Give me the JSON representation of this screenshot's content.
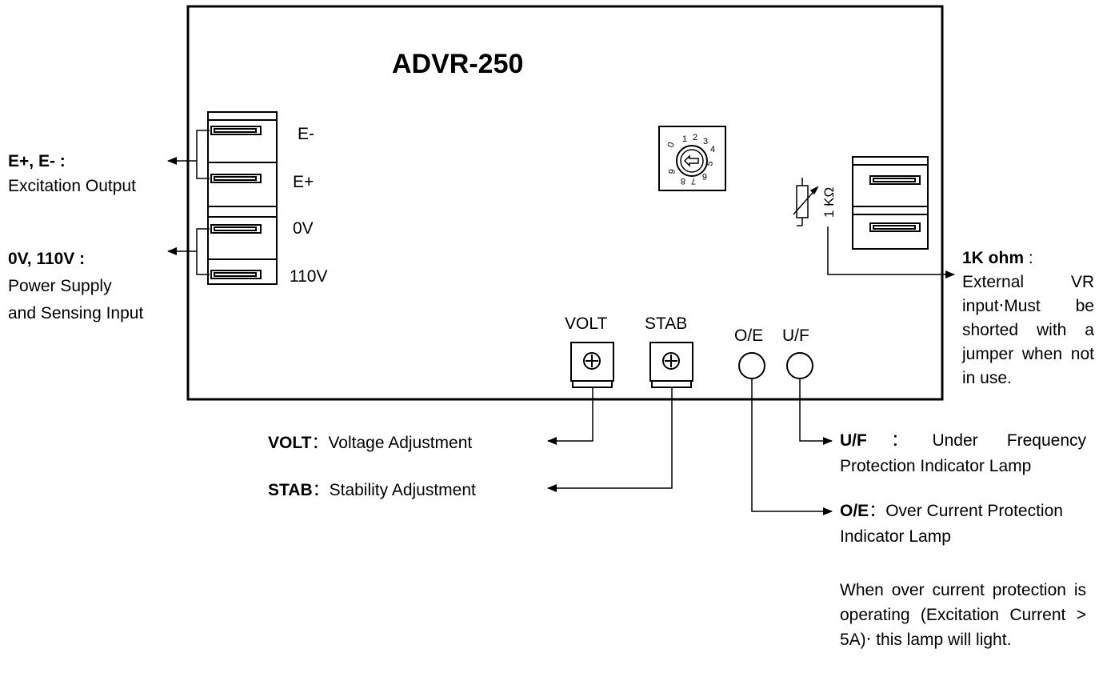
{
  "board": {
    "model": "ADVR-250",
    "terminal_labels": [
      "E-",
      "E+",
      "0V",
      "110V"
    ],
    "trim_labels": [
      "VOLT",
      "STAB"
    ],
    "lamp_labels": [
      "O/E",
      "U/F"
    ],
    "vr_label": "1 KΩ",
    "dial_digits": [
      "0",
      "1",
      "2",
      "3",
      "4",
      "5",
      "6",
      "7",
      "8",
      "9"
    ]
  },
  "callouts": {
    "excitation": {
      "title": "E+, E- :",
      "desc": "Excitation Output"
    },
    "power": {
      "title": "0V, 110V :",
      "line1": "Power Supply",
      "line2": "and Sensing Input"
    },
    "vr": {
      "title": "1K ohm",
      "sep": ":",
      "desc": "External VR input‧Must be shorted with a jumper when not in use."
    },
    "volt": {
      "title": "VOLT",
      "sep": "：",
      "desc": "Voltage Adjustment"
    },
    "stab": {
      "title": "STAB",
      "sep": "：",
      "desc": "Stability Adjustment"
    },
    "uf": {
      "title": "U/F",
      "sep": "：",
      "desc": "Under Frequency Protection Indicator Lamp"
    },
    "oe": {
      "title": "O/E",
      "sep": "：",
      "desc": "Over Current Protection Indicator Lamp"
    },
    "note": "When over current protection is operating (Excitation Current > 5A)‧ this lamp will light."
  }
}
